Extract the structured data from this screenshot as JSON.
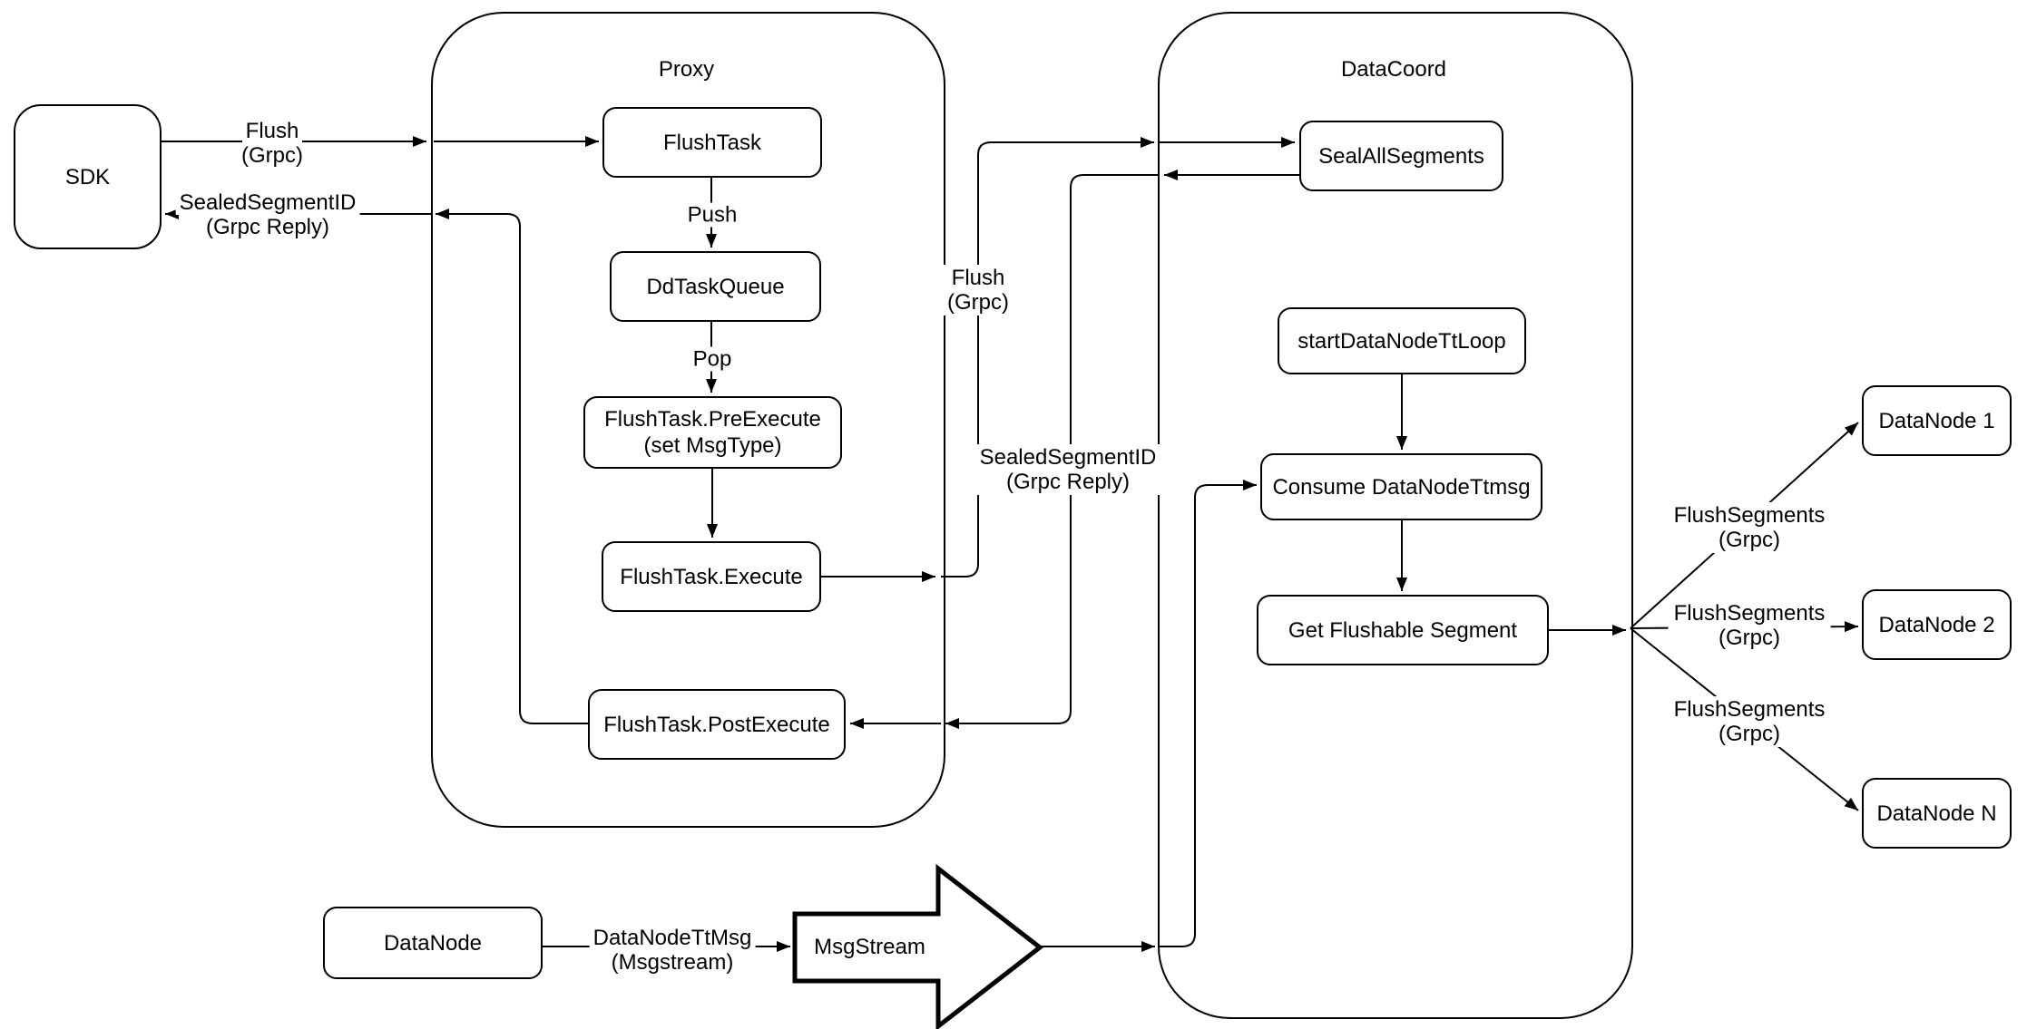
{
  "diagram": {
    "colors": {
      "stroke": "#000000",
      "fill": "#ffffff",
      "background": "#ffffff"
    },
    "containers": {
      "proxy": {
        "label": "Proxy"
      },
      "datacoord": {
        "label": "DataCoord"
      }
    },
    "nodes": {
      "sdk": {
        "label": "SDK"
      },
      "flush_task": {
        "label": "FlushTask"
      },
      "dd_task_queue": {
        "label": "DdTaskQueue"
      },
      "flush_task_pre_execute": {
        "line1": "FlushTask.PreExecute",
        "line2": "(set MsgType)"
      },
      "flush_task_execute": {
        "label": "FlushTask.Execute"
      },
      "flush_task_post_execute": {
        "label": "FlushTask.PostExecute"
      },
      "seal_all_segments": {
        "label": "SealAllSegments"
      },
      "start_datanode_tt_loop": {
        "label": "startDataNodeTtLoop"
      },
      "consume_datanode_ttmsg": {
        "label": "Consume DataNodeTtmsg"
      },
      "get_flushable_segment": {
        "label": "Get Flushable Segment"
      },
      "datanode_1": {
        "label": "DataNode 1"
      },
      "datanode_2": {
        "label": "DataNode 2"
      },
      "datanode_n": {
        "label": "DataNode N"
      },
      "datanode": {
        "label": "DataNode"
      },
      "msgstream": {
        "label": "MsgStream"
      }
    },
    "edge_labels": {
      "flush_grpc_sdk": {
        "line1": "Flush",
        "line2": "(Grpc)"
      },
      "sealed_segment_sdk": {
        "line1": "SealedSegmentID",
        "line2": "(Grpc Reply)"
      },
      "push": {
        "label": "Push"
      },
      "pop": {
        "label": "Pop"
      },
      "flush_grpc_mid": {
        "line1": "Flush",
        "line2": "(Grpc)"
      },
      "sealed_segment_mid": {
        "line1": "SealedSegmentID",
        "line2": "(Grpc Reply)"
      },
      "flush_segments_1": {
        "line1": "FlushSegments",
        "line2": "(Grpc)"
      },
      "flush_segments_2": {
        "line1": "FlushSegments",
        "line2": "(Grpc)"
      },
      "flush_segments_3": {
        "line1": "FlushSegments",
        "line2": "(Grpc)"
      },
      "datanode_ttmsg": {
        "line1": "DataNodeTtMsg",
        "line2": "(Msgstream)"
      }
    }
  }
}
